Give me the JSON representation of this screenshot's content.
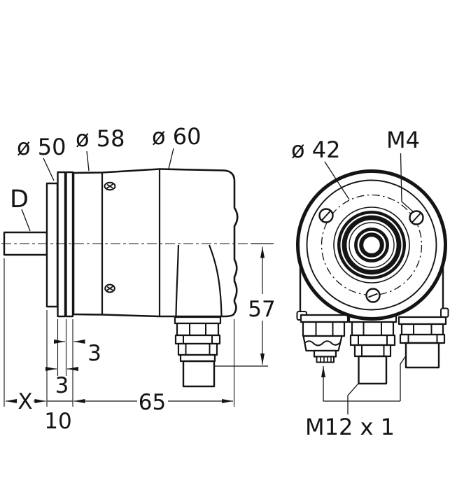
{
  "page": {
    "background": "#ffffff",
    "ink": "#141414"
  },
  "side_view": {
    "shaft_label": "D",
    "flange_diameter_label": "ø 50",
    "body_front_diameter_label": "ø 58",
    "body_rear_diameter_label": "ø 60",
    "shaft_length_dim": "X",
    "clamp_disc_front_dim": "3",
    "clamp_disc_rear_dim": "3",
    "flange_assembly_depth_dim": "10",
    "housing_length_dim": "65",
    "axis_to_connector_dim": "57"
  },
  "front_view": {
    "bolt_circle_diameter_label": "ø 42",
    "mounting_thread_label": "M4",
    "connector_thread_label": "M12 x 1"
  }
}
